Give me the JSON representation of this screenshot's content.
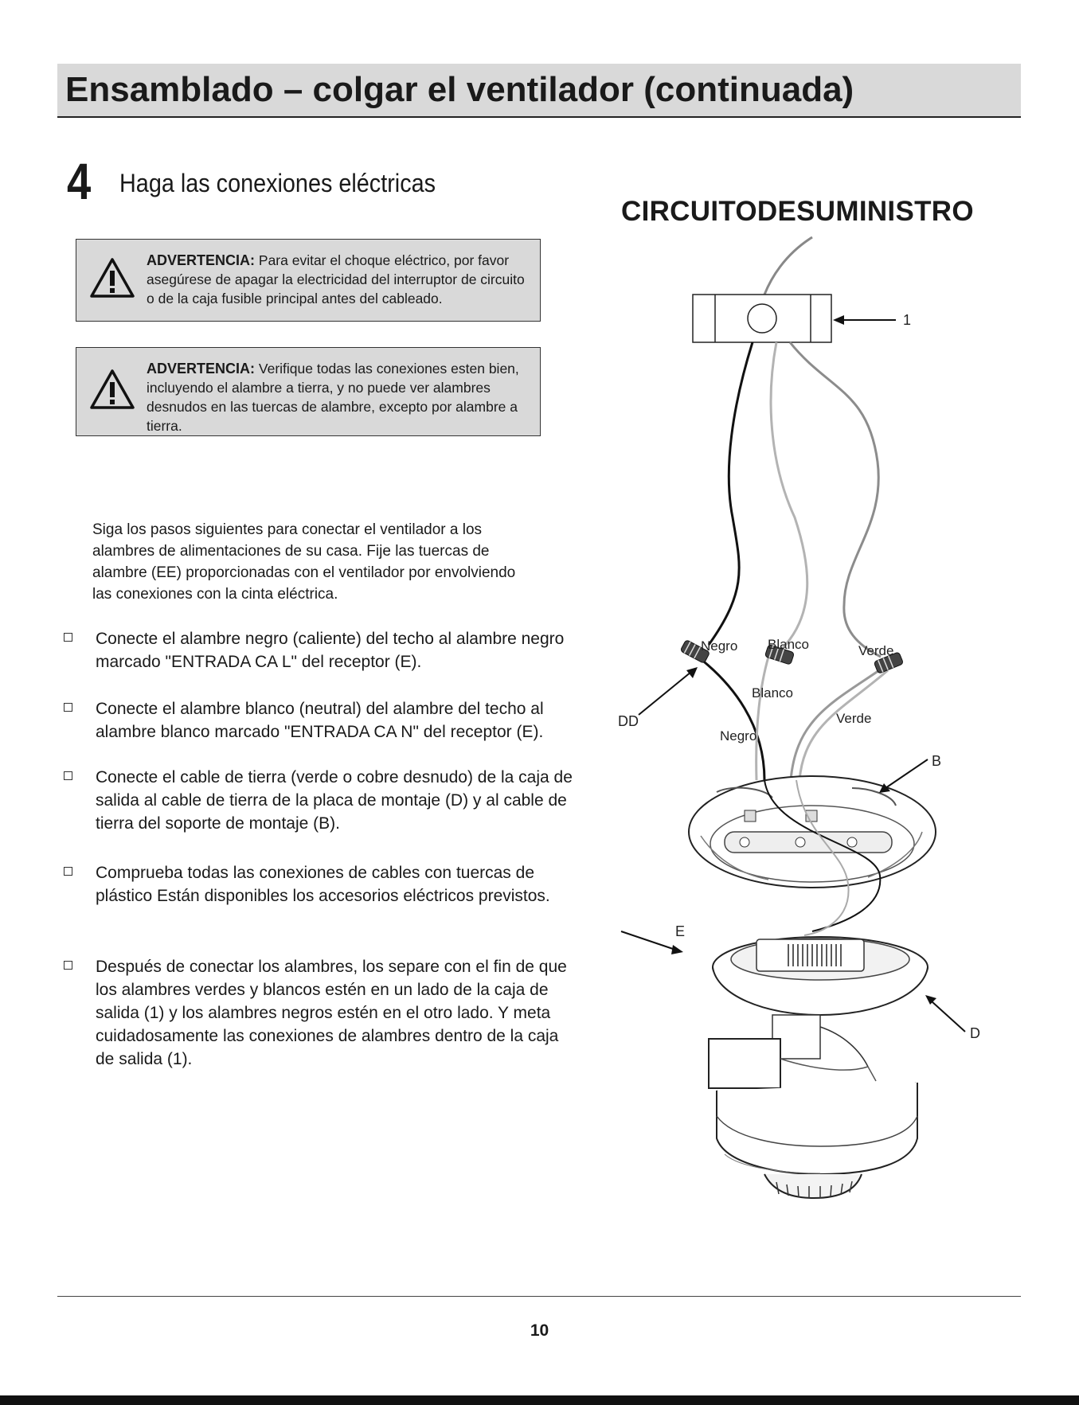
{
  "header": {
    "title": "Ensamblado – colgar el ventilador (continuada)"
  },
  "step": {
    "number": "4",
    "title": "Haga las conexiones eléctricas"
  },
  "warnings": [
    {
      "label": "ADVERTENCIA:",
      "text": "Para evitar el choque eléctrico, por favor asegúrese de apagar la electricidad del interruptor de circuito o de la caja fusible principal antes del cableado."
    },
    {
      "label": "ADVERTENCIA:",
      "text": "Verifique todas las conexiones esten bien, incluyendo el alambre a tierra, y no puede ver alambres desnudos en las tuercas de alambre, excepto por alambre a tierra."
    }
  ],
  "intro": "Siga los pasos siguientes para conectar el ventilador a los alambres de alimentaciones de su casa. Fije las tuercas de alambre (EE) proporcionadas con el ventilador por envolviendo las conexiones con la cinta eléctrica.",
  "checklist": [
    {
      "text": "Conecte el alambre negro (caliente) del techo al alambre negro marcado \"ENTRADA CA L\" del receptor (E)."
    },
    {
      "text": "Conecte el alambre blanco (neutral) del alambre del techo al alambre blanco marcado \"ENTRADA CA N\" del receptor (E)."
    },
    {
      "text": "Conecte el cable de tierra (verde o cobre desnudo) de la caja de salida al cable de tierra de la placa de montaje (D) y al cable de tierra del soporte de montaje (B)."
    },
    {
      "text": "Comprueba todas las conexiones de cables con tuercas de plástico Están disponibles los accesorios eléctricos previstos."
    },
    {
      "text": "Después de conectar los alambres, los separe con el fin de que los alambres verdes y blancos estén en un lado de la caja de salida (1) y los alambres negros estén en el otro lado. Y meta cuidadosamente las conexiones de alambres dentro de la caja de salida (1)."
    }
  ],
  "diagram": {
    "title": "CIRCUITODESUMINISTRO",
    "labels": {
      "outlet_box": "1",
      "negro_top": "Negro",
      "blanco_top": "Blanco",
      "verde_top": "Verde",
      "blanco_bottom": "Blanco",
      "negro_bottom": "Negro",
      "verde_bottom": "Verde",
      "wire_nuts": "DD",
      "bracket": "B",
      "receiver": "E",
      "plate": "D"
    }
  },
  "page_number": "10"
}
